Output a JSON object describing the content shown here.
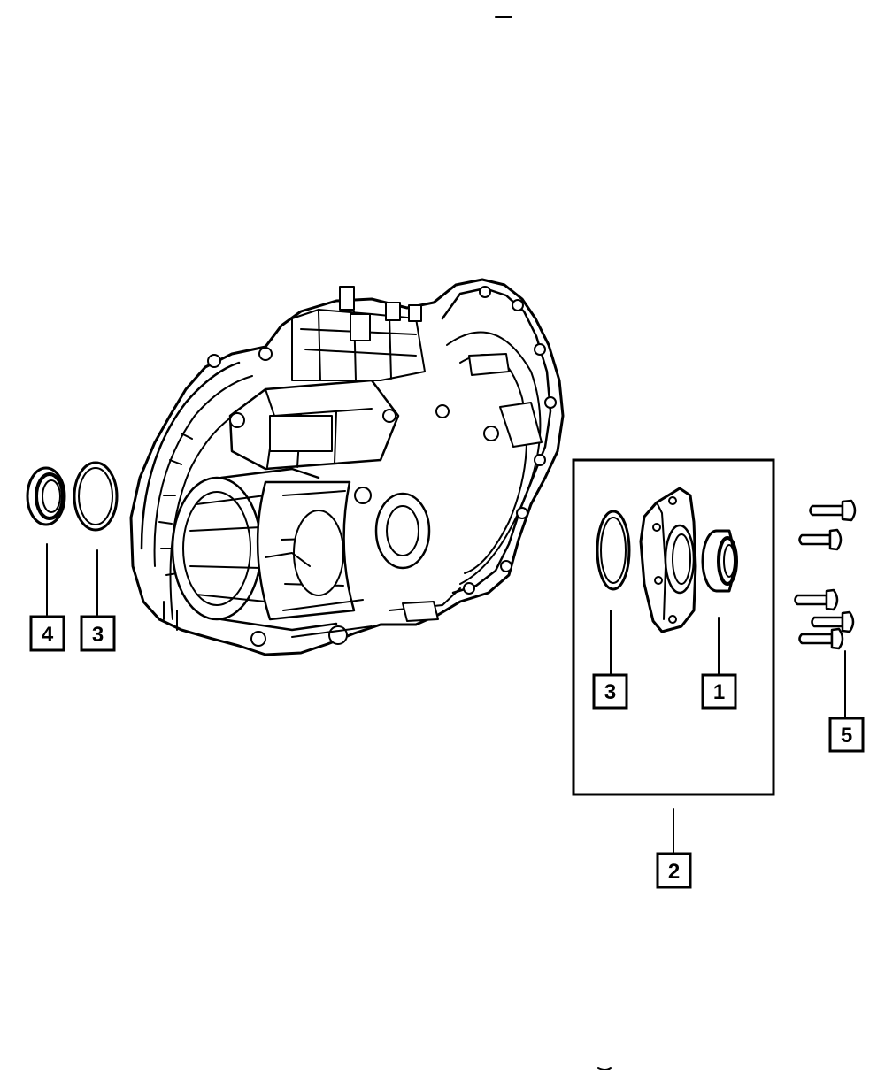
{
  "callouts": {
    "seal_left": "4",
    "shim_left": "3",
    "shim_right": "3",
    "seal_right": "1",
    "kit": "2",
    "bolts": "5"
  }
}
